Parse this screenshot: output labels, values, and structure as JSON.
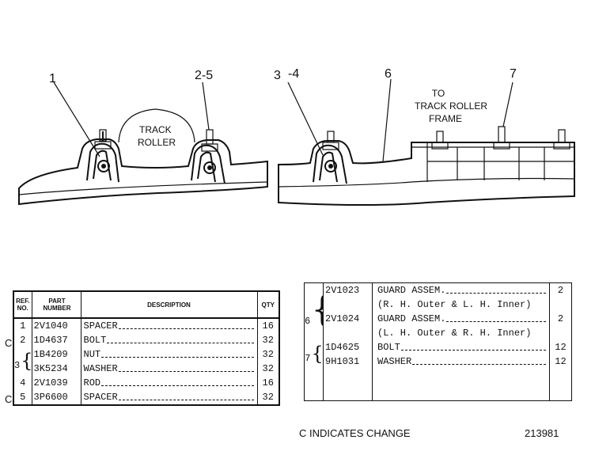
{
  "diagram": {
    "callouts": [
      "1",
      "2-5",
      "3",
      "-4",
      "6",
      "7"
    ],
    "labels": {
      "track_roller": [
        "TRACK",
        "ROLLER"
      ],
      "to_frame": [
        "TO",
        "TRACK ROLLER",
        "FRAME"
      ]
    }
  },
  "left_table": {
    "headers": {
      "ref": [
        "REF.",
        "NO."
      ],
      "part": [
        "PART",
        "NUMBER"
      ],
      "description": "DESCRIPTION",
      "qty": "QTY"
    },
    "rows": [
      {
        "ref": "1",
        "part": "2V1040",
        "desc": "SPACER",
        "qty": "16",
        "change": ""
      },
      {
        "ref": "2",
        "part": "1D4637",
        "desc": "BOLT",
        "qty": "32",
        "change": "C"
      },
      {
        "ref": "3",
        "part": "1B4209",
        "desc": "NUT",
        "qty": "32",
        "change": ""
      },
      {
        "ref": "",
        "part": "3K5234",
        "desc": "WASHER",
        "qty": "32",
        "change": ""
      },
      {
        "ref": "4",
        "part": "2V1039",
        "desc": "ROD",
        "qty": "16",
        "change": ""
      },
      {
        "ref": "5",
        "part": "3P6600",
        "desc": "SPACER",
        "qty": "32",
        "change": "C"
      }
    ]
  },
  "right_table": {
    "rows": [
      {
        "ref": "6",
        "part": "2V1023",
        "desc": "GUARD ASSEM.",
        "sub": "(R. H. Outer & L. H. Inner)",
        "qty": "2"
      },
      {
        "ref": "",
        "part": "2V1024",
        "desc": "GUARD ASSEM.",
        "sub": "(L. H. Outer & R. H. Inner)",
        "qty": "2"
      },
      {
        "ref": "7",
        "part": "1D4625",
        "desc": "BOLT",
        "sub": "",
        "qty": "12"
      },
      {
        "ref": "",
        "part": "9H1031",
        "desc": "WASHER",
        "sub": "",
        "qty": "12"
      }
    ]
  },
  "footer": {
    "change_note": "C INDICATES CHANGE",
    "figure_number": "213981"
  }
}
